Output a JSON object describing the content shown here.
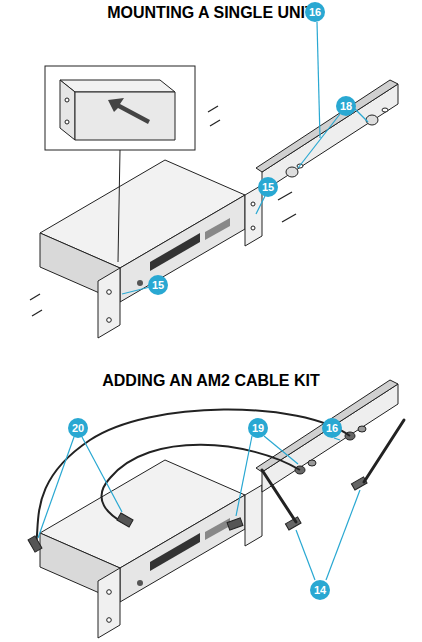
{
  "diagram": {
    "labels": [
      "MOUNTING A SINGLE UNIT",
      "16",
      "18",
      "15",
      "15",
      "ADDING AN AM2 CABLE KIT",
      "20",
      "19",
      "16",
      "14"
    ]
  }
}
